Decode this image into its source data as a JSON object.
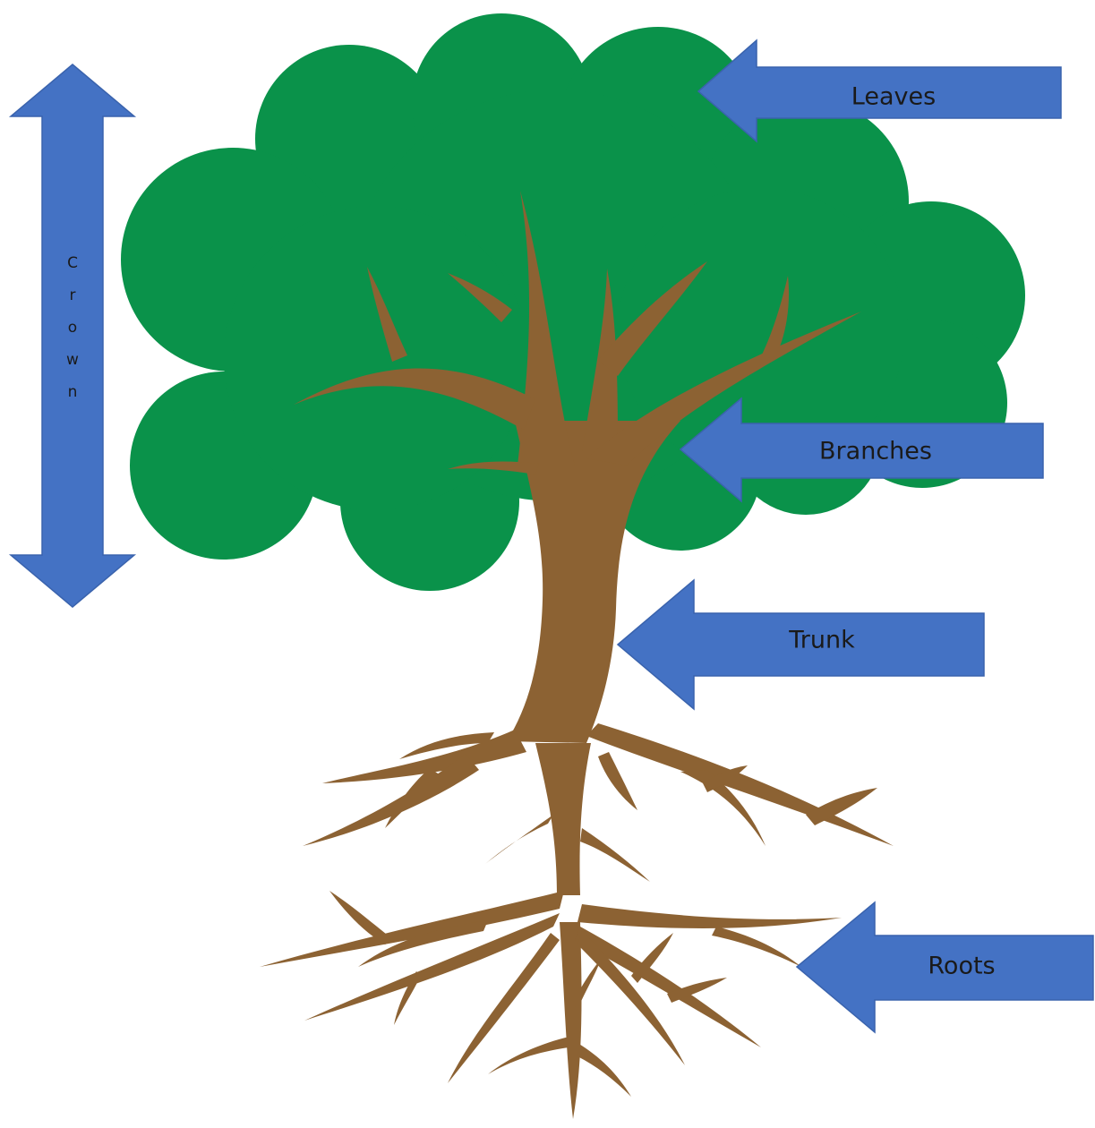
{
  "colors": {
    "leaves": "#0a924a",
    "wood": "#8c6233",
    "arrow": "#4472c4",
    "arrow_edge": "#3a63ad",
    "background": "#ffffff"
  },
  "labels": {
    "leaves": "Leaves",
    "branches": "Branches",
    "trunk": "Trunk",
    "roots": "Roots"
  },
  "crown": {
    "letters": [
      "C",
      "r",
      "o",
      "w",
      "n"
    ]
  }
}
